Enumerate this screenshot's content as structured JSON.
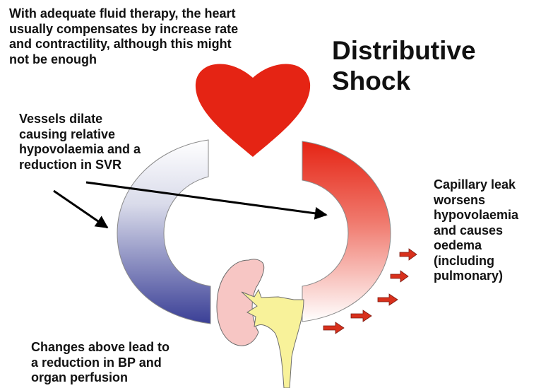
{
  "title": {
    "lines": [
      "Distributive",
      "Shock"
    ]
  },
  "notes": {
    "heart": {
      "lines": [
        "With adequate fluid therapy, the heart",
        "usually compensates by increase rate",
        "and contractility, although this might",
        "not be enough"
      ]
    },
    "vessels": {
      "lines": [
        "Vessels dilate",
        "causing relative",
        "hypovolaemia and a",
        "reduction in SVR"
      ]
    },
    "capillary": {
      "lines": [
        "Capillary leak",
        "worsens",
        "hypovolaemia",
        "and causes",
        "oedema",
        "(including",
        "pulmonary)"
      ]
    },
    "bp": {
      "lines": [
        "Changes above lead to",
        "a reduction in BP and",
        "organ perfusion"
      ]
    }
  },
  "colors": {
    "heart": "#e52414",
    "arterial": "#e52414",
    "venous": "#3a3f96",
    "kidney": "#f7c6c4",
    "ureter": "#f8f29a",
    "leak_arrow": "#d8301c",
    "text": "#111111"
  }
}
